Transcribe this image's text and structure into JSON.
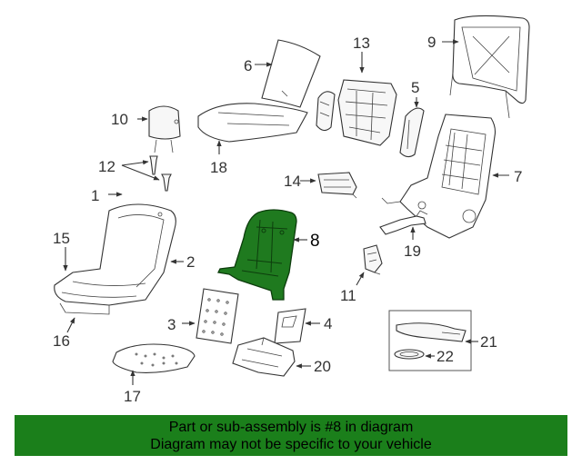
{
  "diagram": {
    "highlight_color": "#1f7a1f",
    "highlighted_part": "8",
    "callouts": {
      "c1": "1",
      "c2": "2",
      "c3": "3",
      "c4": "4",
      "c5": "5",
      "c6": "6",
      "c7": "7",
      "c8": "8",
      "c9": "9",
      "c10": "10",
      "c11": "11",
      "c12": "12",
      "c13": "13",
      "c14": "14",
      "c15": "15",
      "c16": "16",
      "c17": "17",
      "c18": "18",
      "c19": "19",
      "c20": "20",
      "c21": "21",
      "c22": "22"
    }
  },
  "banner": {
    "color": "#1b7f1b",
    "line1": "Part or sub-assembly is #8 in diagram",
    "line2": "Diagram may not be specific to your vehicle"
  }
}
